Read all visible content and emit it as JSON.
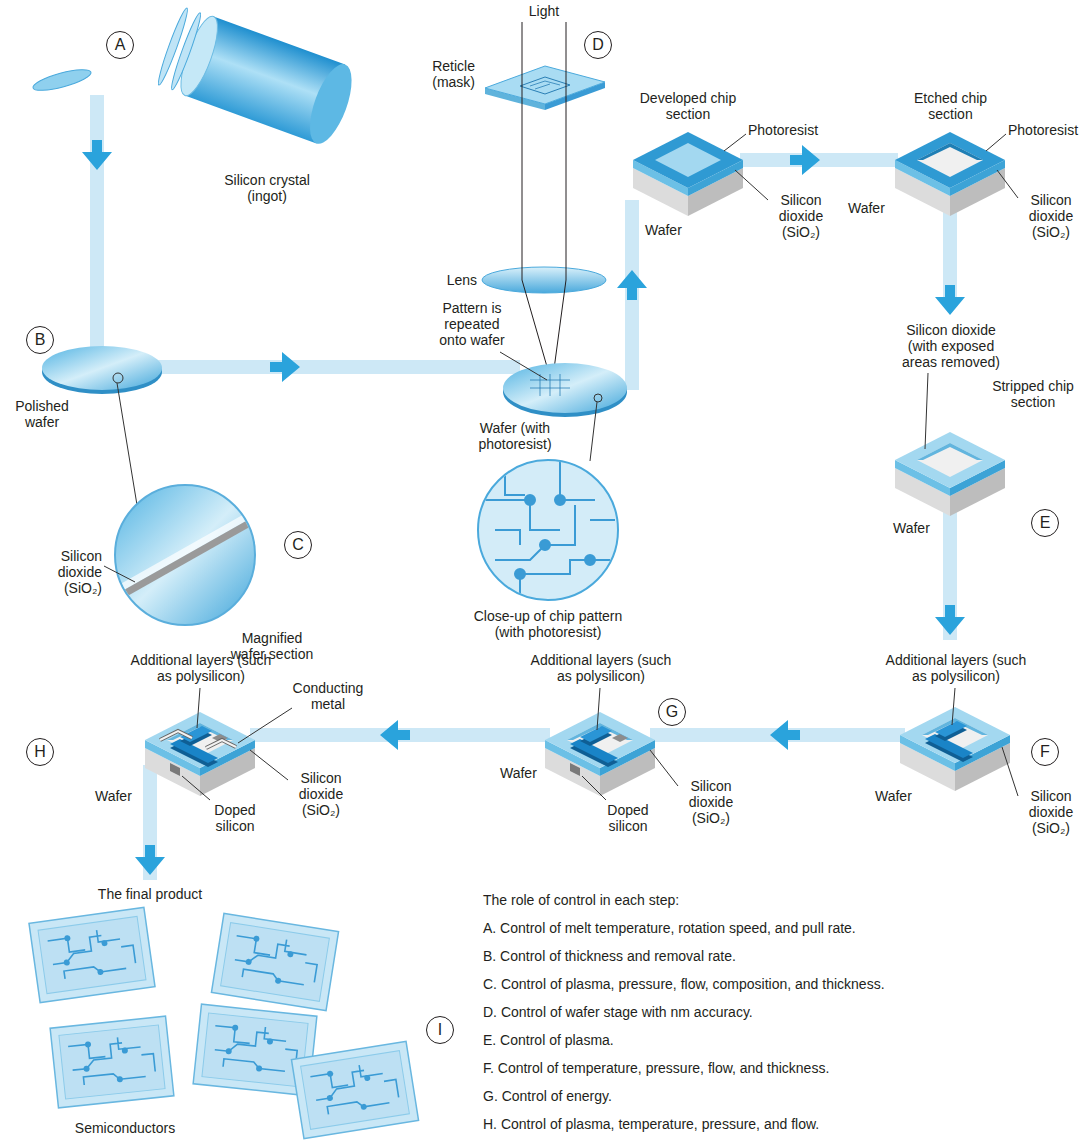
{
  "diagram": {
    "nodes": [
      {
        "text": [
          "A"
        ]
      },
      {
        "text": [
          "B"
        ]
      },
      {
        "text": [
          "C"
        ]
      },
      {
        "text": [
          "D"
        ]
      },
      {
        "text": [
          "E"
        ]
      },
      {
        "text": [
          "F"
        ]
      },
      {
        "text": [
          "G"
        ]
      },
      {
        "text": [
          "H"
        ]
      },
      {
        "text": [
          "I"
        ]
      }
    ],
    "labels": [
      "Light",
      "Reticle (mask)",
      "Silicon crystal (ingot)",
      "Lens",
      "Pattern is repeated onto wafer",
      "Polished wafer",
      "Wafer (with photoresist)",
      "Silicon dioxide (SiO₂)",
      "Magnified wafer section",
      "Close-up of chip pattern (with photoresist)",
      "Developed chip section",
      "Photoresist",
      "Wafer",
      "Silicon dioxide (SiO₂)",
      "Etched chip section",
      "Photoresist",
      "Wafer",
      "Silicon dioxide (SiO₂)",
      "Silicon dioxide (with exposed areas removed)",
      "Stripped chip section",
      "Wafer",
      "Additional layers (such as polysilicon)",
      "Wafer",
      "Silicon dioxide (SiO₂)",
      "Additional layers (such as polysilicon)",
      "Wafer",
      "Doped silicon",
      "Silicon dioxide (SiO₂)",
      "Additional layers (such as polysilicon)",
      "Conducting metal",
      "Wafer",
      "Doped silicon",
      "Silicon dioxide (SiO₂)",
      "The final product",
      "Semiconductors",
      "The role of control in each step:",
      "A. Control of melt temperature, rotation speed, and pull rate.",
      "B. Control of thickness and removal rate.",
      "C. Control of plasma, pressure, flow, composition, and thickness.",
      "D. Control of wafer stage with nm accuracy.",
      "E. Control of plasma.",
      "F. Control of temperature, pressure, flow, and thickness.",
      "G. Control of energy.",
      "H. Control of plasma, temperature, pressure, and flow."
    ]
  }
}
